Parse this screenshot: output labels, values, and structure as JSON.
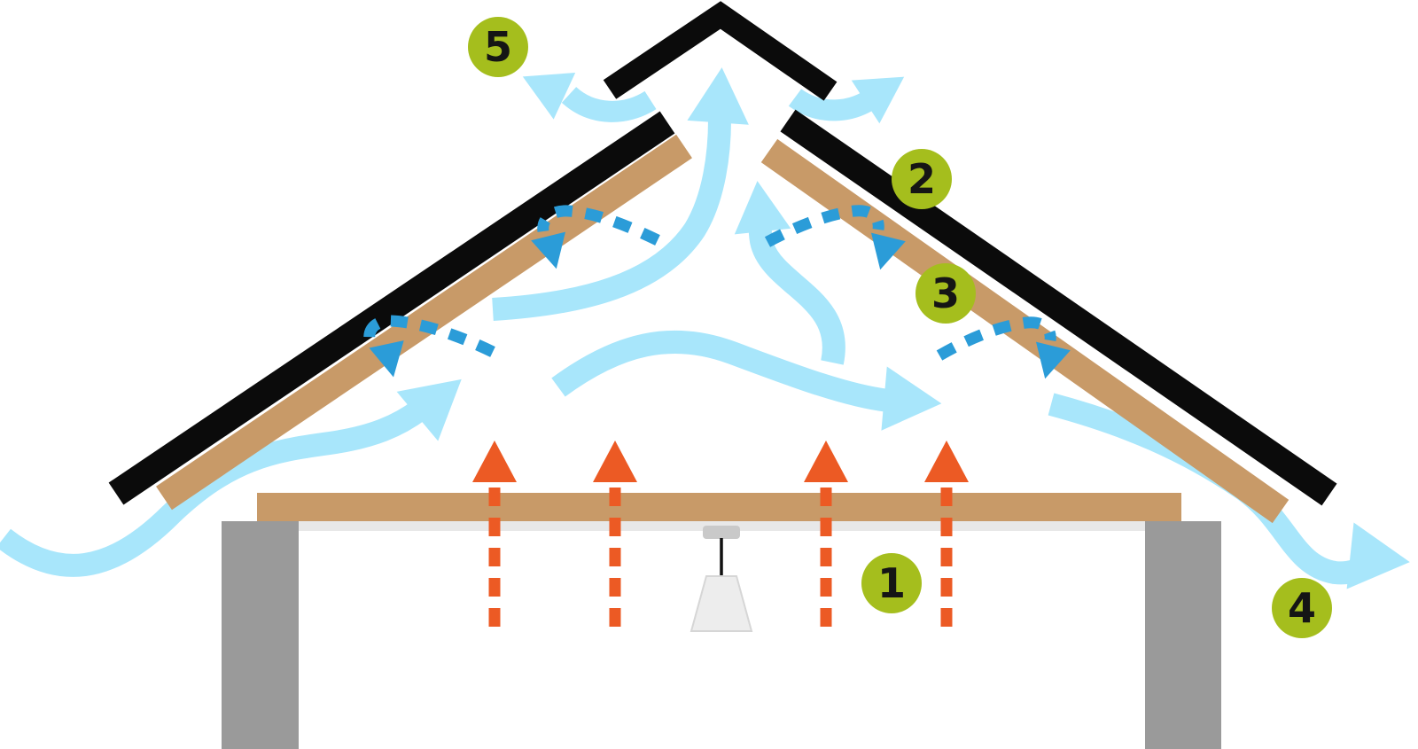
{
  "diagram": {
    "type": "attic-ventilation-airflow-diagram",
    "badges": [
      {
        "label": "1"
      },
      {
        "label": "2"
      },
      {
        "label": "3"
      },
      {
        "label": "4"
      },
      {
        "label": "5"
      }
    ],
    "colors": {
      "airflow": "#a8e6fb",
      "condensation": "#2b9cd8",
      "heat": "#ec5a24",
      "badge": "#a5be1d",
      "wood": "#c89a68",
      "wall": "#9a9a9a",
      "roof": "#0b0b0b",
      "ceiling": "#e8e8e8",
      "lampshade": "#ededed"
    }
  }
}
